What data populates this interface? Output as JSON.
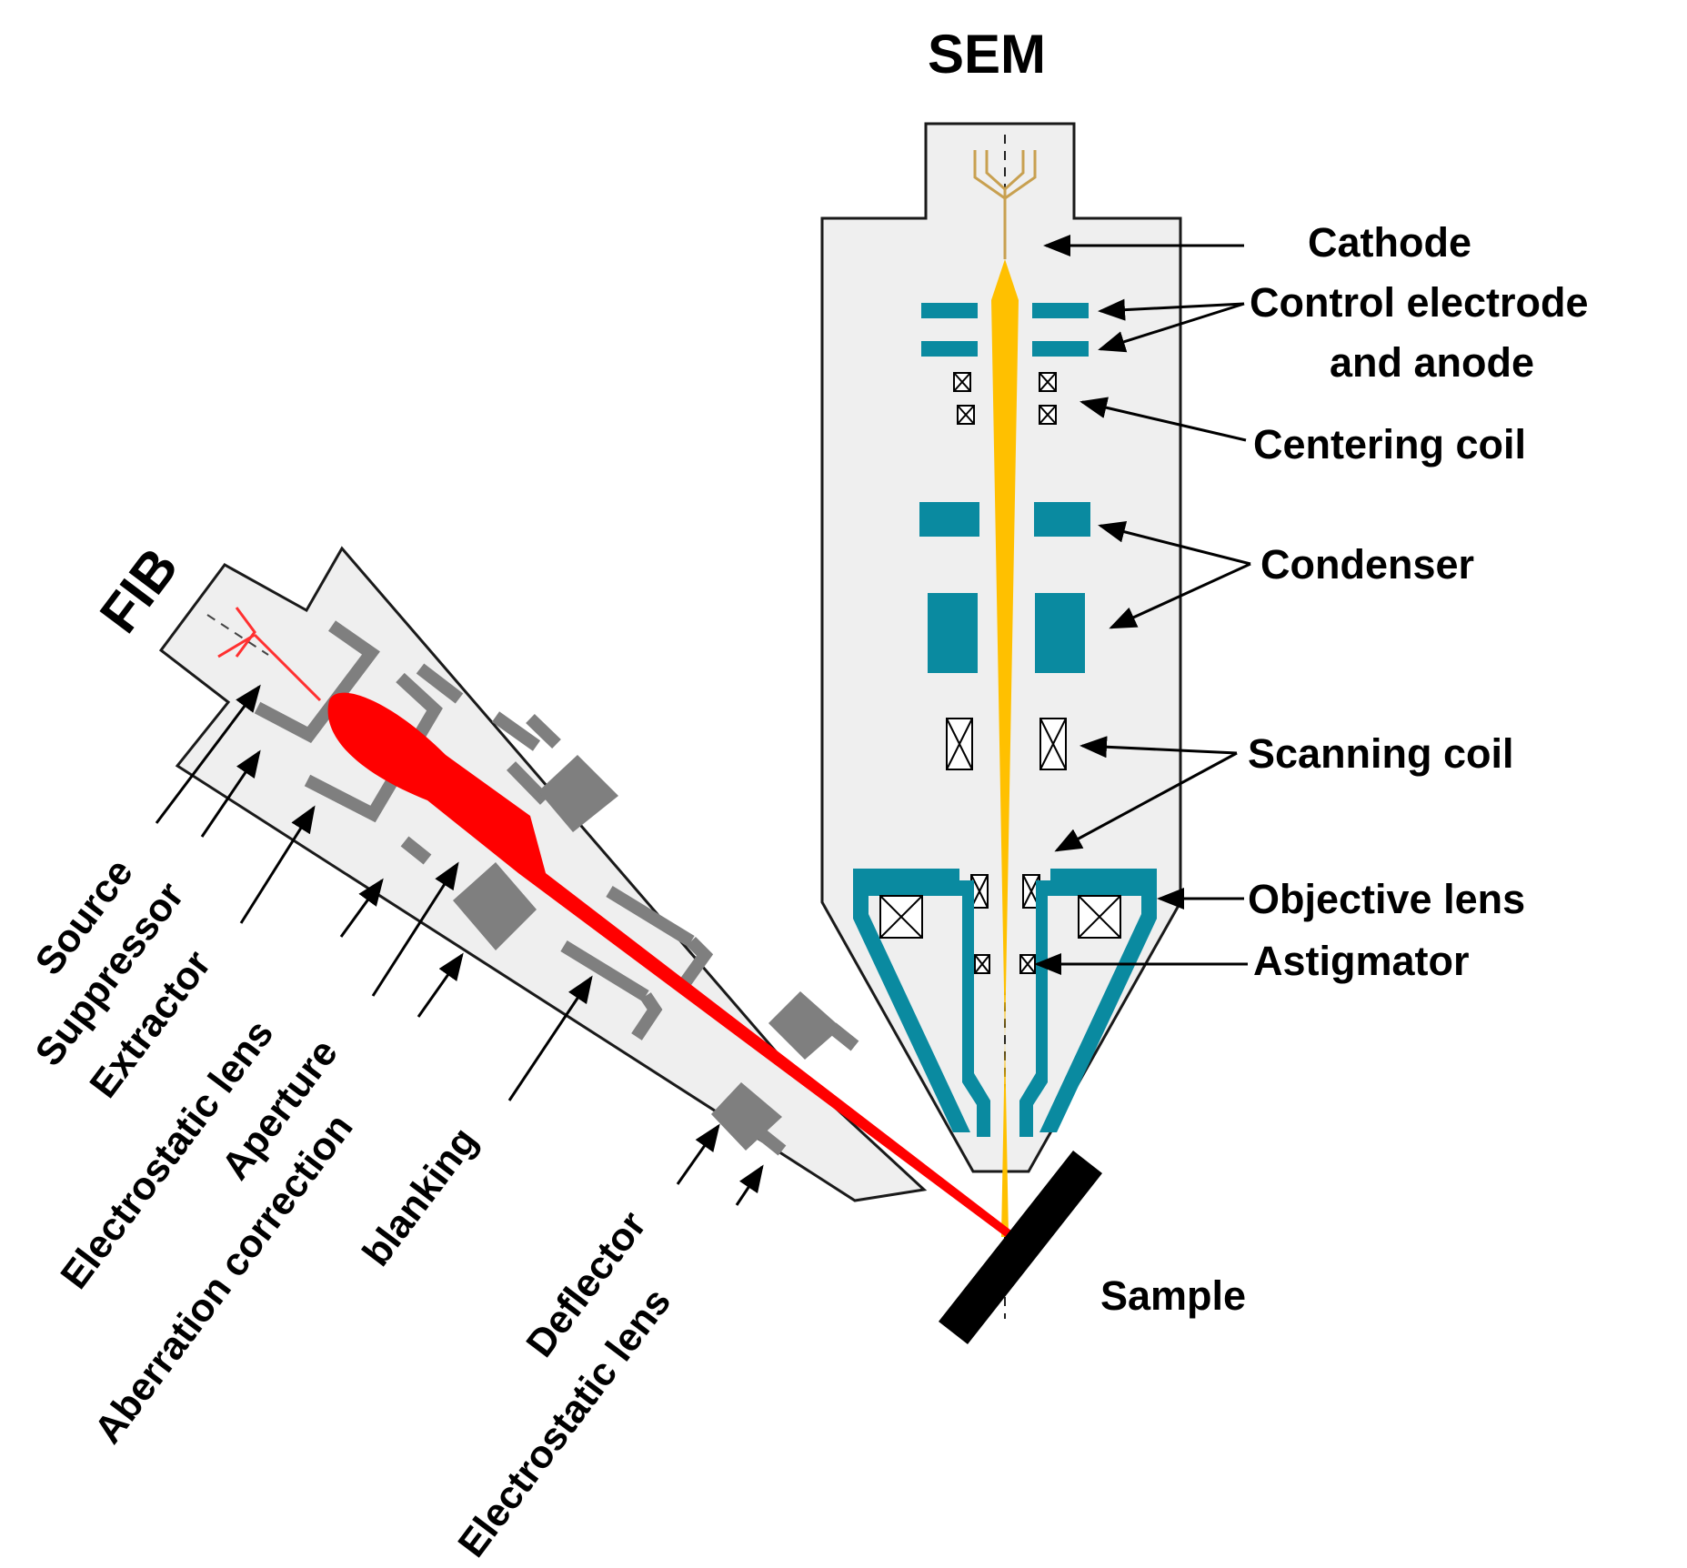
{
  "titles": {
    "sem": "SEM",
    "fib": "FIB"
  },
  "sem_labels": {
    "cathode": "Cathode",
    "control_electrode_1": "Control electrode",
    "control_electrode_2": "and anode",
    "centering_coil": "Centering coil",
    "condenser": "Condenser",
    "scanning_coil": "Scanning coil",
    "objective_lens": "Objective lens",
    "astigmator": "Astigmator"
  },
  "fib_labels": {
    "source": "Source",
    "suppressor": "Suppressor",
    "extractor": "Extractor",
    "electrostatic_lens_1": "Electrostatic lens",
    "aperture": "Aperture",
    "aberration_correction": "Aberration correction",
    "blanking": "blanking",
    "deflector": "Deflector",
    "electrostatic_lens_2": "Electrostatic lens"
  },
  "sample_label": "Sample",
  "colors": {
    "column_fill": "#efefef",
    "column_stroke": "#1a1a1a",
    "sem_lens": "#0a8aa0",
    "electron_beam": "#ffc000",
    "ion_beam": "#ff0000",
    "fib_component": "#7f7f7f",
    "sample": "#000000"
  }
}
